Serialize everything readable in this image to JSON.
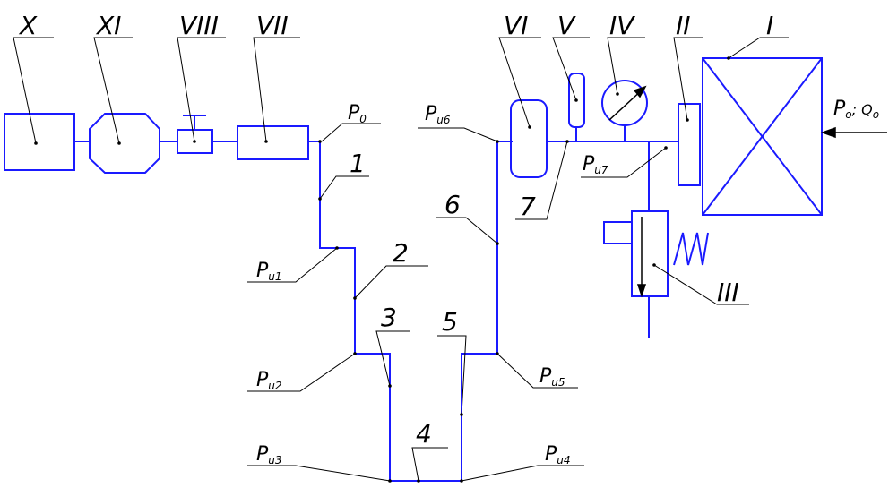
{
  "colors": {
    "pipe": "#1a1aff",
    "leader": "#000000"
  },
  "components": {
    "X": "X",
    "XI": "XI",
    "VIII": "VIII",
    "VII": "VII",
    "VI": "VI",
    "V": "V",
    "IV": "IV",
    "II": "II",
    "I": "I",
    "III": "III"
  },
  "segments": {
    "s1": "1",
    "s2": "2",
    "s3": "3",
    "s4": "4",
    "s5": "5",
    "s6": "6",
    "s7": "7"
  },
  "pressures": {
    "p0_main": "P",
    "p0_sub": "0",
    "pu1_main": "P",
    "pu1_sub": "u1",
    "pu2_main": "P",
    "pu2_sub": "u2",
    "pu3_main": "P",
    "pu3_sub": "u3",
    "pu4_main": "P",
    "pu4_sub": "u4",
    "pu5_main": "P",
    "pu5_sub": "u5",
    "pu6_main": "P",
    "pu6_sub": "u6",
    "pu7_main": "P",
    "pu7_sub": "u7"
  },
  "input_label": {
    "text": "P",
    "sub1": "o",
    "sep": "; Q",
    "sub2": "o"
  }
}
